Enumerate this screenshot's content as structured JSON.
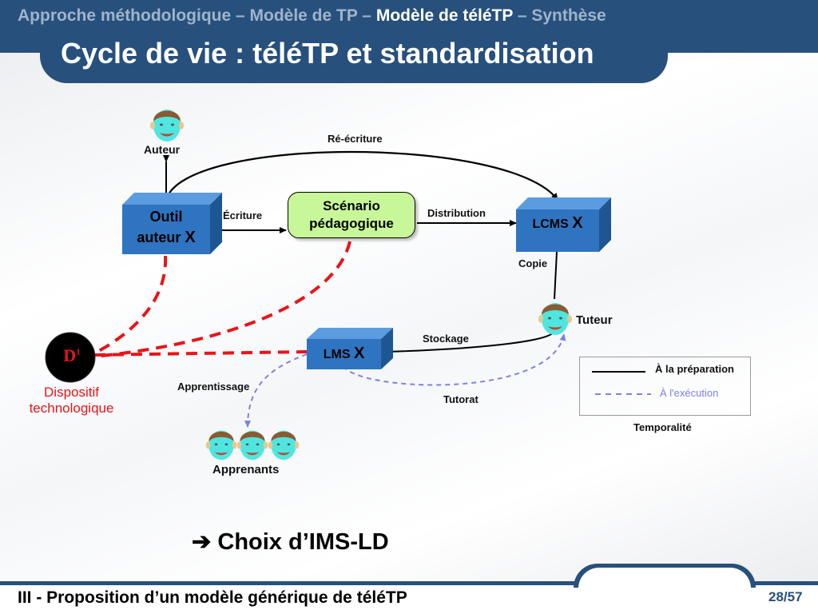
{
  "header": {
    "breadcrumb_part1": "Approche méthodologique – Modèle de TP – ",
    "breadcrumb_current": "Modèle de téléTP",
    "breadcrumb_part3": " – Synthèse",
    "title": "Cycle de vie : téléTP et standardisation"
  },
  "diagram": {
    "auteur": "Auteur",
    "outil_line1": "Outil",
    "outil_line2": "auteur ",
    "outil_x": "X",
    "scenario_line1": "Scénario",
    "scenario_line2": "pédagogique",
    "lcms": "LCMS ",
    "lcms_x": "X",
    "lms": "LMS ",
    "lms_x": "X",
    "tuteur": "Tuteur",
    "apprenants": "Apprenants",
    "device_label": "D",
    "device_sup": "1",
    "dispositif_line1": "Dispositif",
    "dispositif_line2": "technologique",
    "edge_reecriture": "Ré-écriture",
    "edge_ecriture": "Écriture",
    "edge_distribution": "Distribution",
    "edge_copie": "Copie",
    "edge_stockage": "Stockage",
    "edge_apprentissage": "Apprentissage",
    "edge_tutorat": "Tutorat"
  },
  "legend": {
    "preparation": "À la préparation",
    "execution": "À l'exécution",
    "caption": "Temporalité"
  },
  "colors": {
    "primary": "#27507c",
    "box_blue": "#2f74c0",
    "scenario_green": "#c8f79a",
    "red_dash": "#e8141a",
    "purple_dash": "#7f7fe8",
    "face_cyan": "#4fe6e0"
  },
  "conclusion": {
    "arrow_icon": "➔",
    "text": "Choix d’IMS-LD"
  },
  "footer": {
    "text": "III - Proposition d’un modèle générique de téléTP",
    "page": "28/57"
  }
}
